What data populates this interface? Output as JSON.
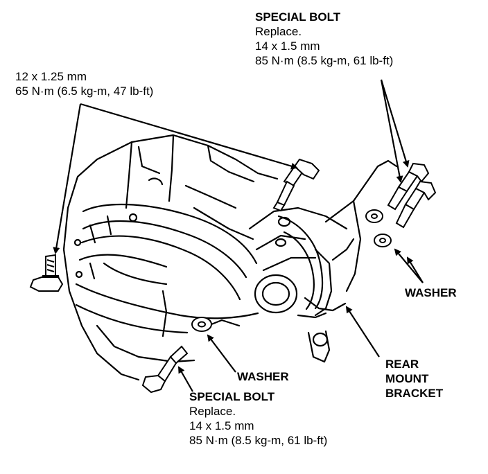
{
  "colors": {
    "ink": "#000000",
    "paper": "#ffffff"
  },
  "callouts": {
    "top_left": {
      "line1": "12 x 1.25 mm",
      "line2": "65 N·m (6.5 kg-m, 47 lb-ft)"
    },
    "top_right": {
      "line1": "SPECIAL BOLT",
      "line2": "Replace.",
      "line3": "14 x 1.5 mm",
      "line4": "85 N·m (8.5 kg-m, 61 lb-ft)"
    },
    "bottom": {
      "line1": "SPECIAL BOLT",
      "line2": "Replace.",
      "line3": "14 x 1.5 mm",
      "line4": "85 N·m (8.5 kg-m, 61 lb-ft)"
    },
    "washer_right": "WASHER",
    "washer_bottom": "WASHER",
    "rear_mount": {
      "line1": "REAR",
      "line2": "MOUNT",
      "line3": "BRACKET"
    }
  }
}
